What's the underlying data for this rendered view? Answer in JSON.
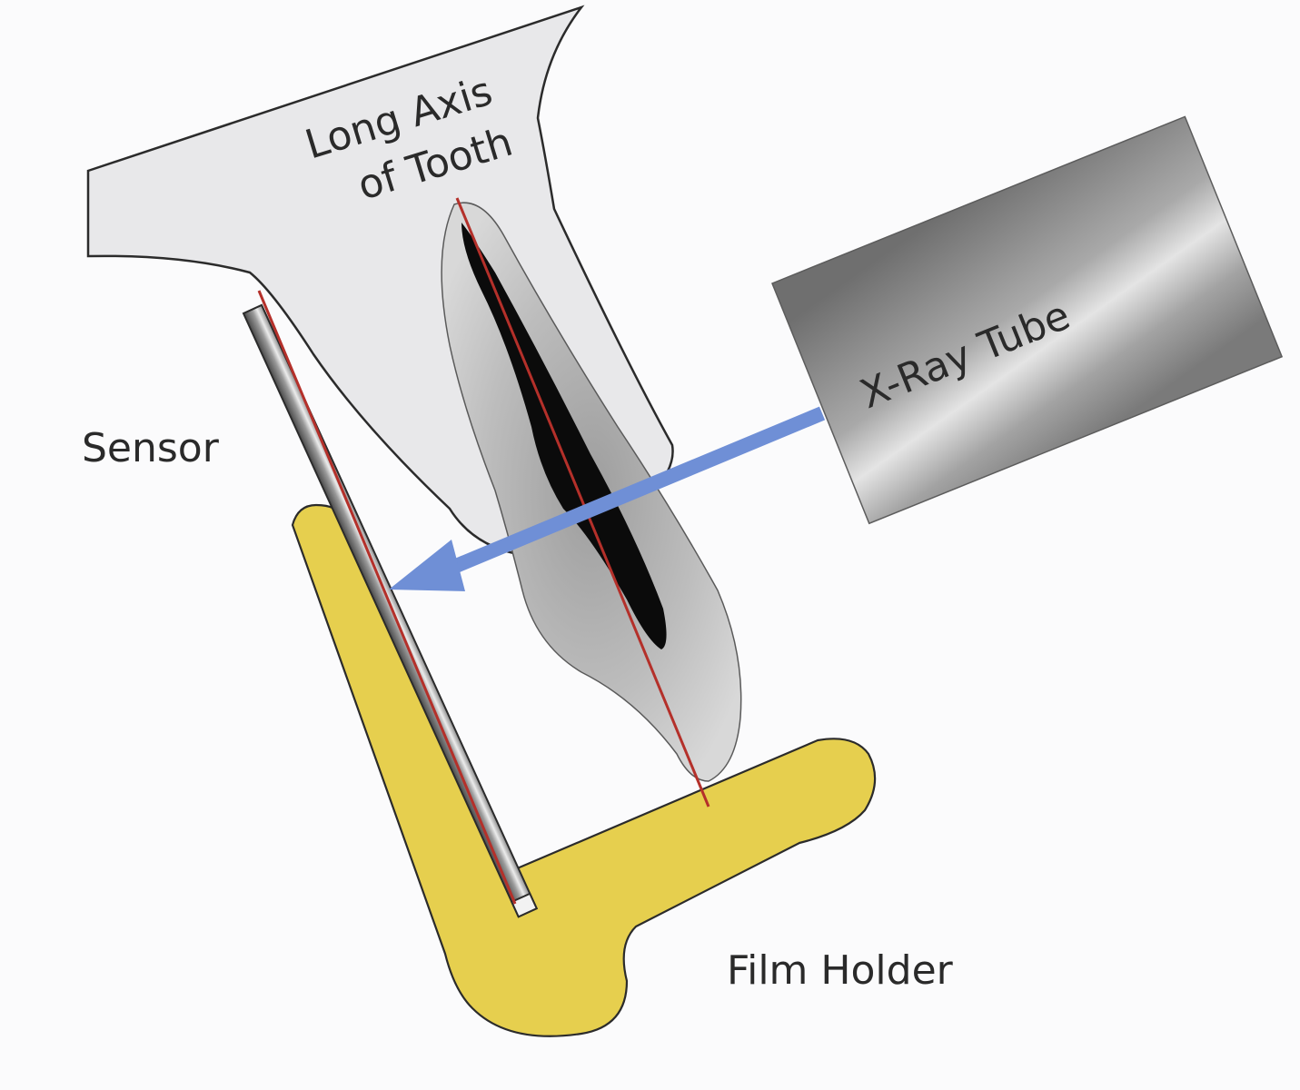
{
  "labels": {
    "long_axis_line1": "Long Axis",
    "long_axis_line2": "of Tooth",
    "xray_tube": "X-Ray Tube",
    "sensor": "Sensor",
    "film_holder": "Film Holder"
  },
  "colors": {
    "background": "#fbfbfc",
    "outline": "#2b2b2b",
    "maxilla_fill": "#e8e8ea",
    "film_holder_fill": "#e6cf4e",
    "beam_arrow": "#6f8fd6",
    "long_axis_line": "#b4302a",
    "sensor_dark": "#5e5e5e",
    "sensor_light": "#e4e4e4",
    "tube_dark": "#7b7b7b",
    "tube_light": "#e2e2e2",
    "pulp": "#0b0b0b",
    "tooth_body": "#c9c9c9"
  }
}
